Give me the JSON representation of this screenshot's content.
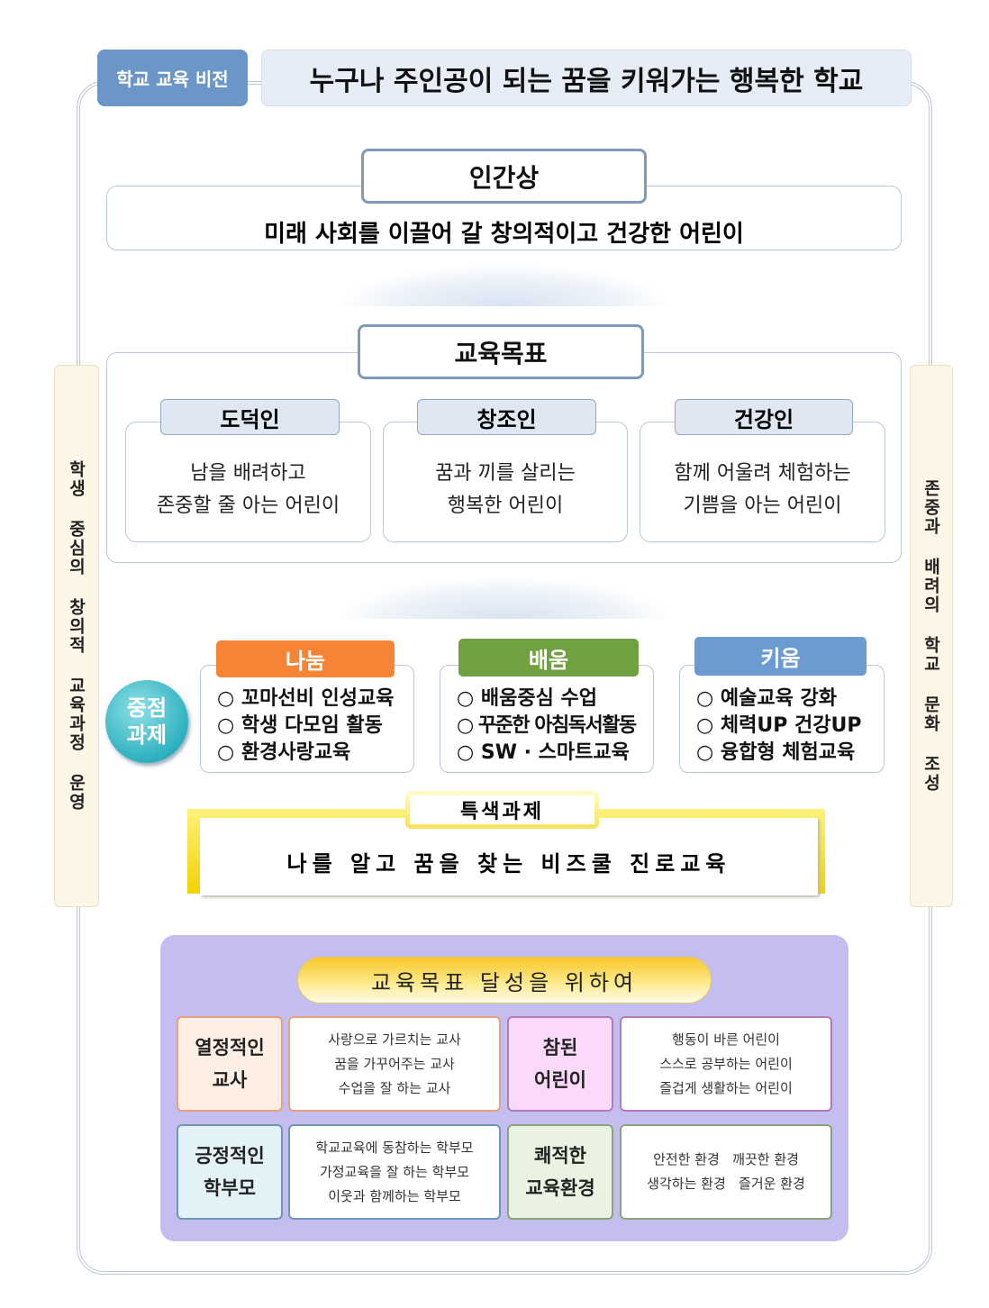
{
  "vision": {
    "label": "학교 교육 비전",
    "title": "누구나 주인공이 되는 꿈을 키워가는 행복한 학교"
  },
  "human_image": {
    "title": "인간상",
    "text": "미래 사회를 이끌어 갈 창의적이고 건강한 어린이"
  },
  "goals": {
    "title": "교육목표",
    "items": [
      {
        "name": "도덕인",
        "lines": [
          "남을 배려하고",
          "존중할 줄 아는 어린이"
        ]
      },
      {
        "name": "창조인",
        "lines": [
          "꿈과 끼를 살리는",
          "행복한 어린이"
        ]
      },
      {
        "name": "건강인",
        "lines": [
          "함께 어울려 체험하는",
          "기쁨을 아는 어린이"
        ]
      }
    ]
  },
  "side_left": "학생 중심의 창의적 교육과정 운영",
  "side_right": "존중과 배려의 학교 문화 조성",
  "key_tasks": {
    "label_line1": "중점",
    "label_line2": "과제",
    "groups": [
      {
        "name": "나눔",
        "color": "#f58535",
        "items": [
          "○ 꼬마선비 인성교육",
          "○ 학생 다모임 활동",
          "○ 환경사랑교육"
        ]
      },
      {
        "name": "배움",
        "color": "#70a040",
        "items": [
          "○ 배움중심 수업",
          "○ 꾸준한 아침독서활동",
          "○ SW · 스마트교육"
        ]
      },
      {
        "name": "키움",
        "color": "#6b9bd0",
        "items": [
          "○ 예술교육 강화",
          "○ 체력UP 건강UP",
          "○ 융합형 체험교육"
        ]
      }
    ]
  },
  "special_task": {
    "label": "특색과제",
    "text": "나를 알고 꿈을 찾는 비즈쿨 진로교육"
  },
  "achieve": {
    "title": "교육목표 달성을 위하여",
    "cells": [
      {
        "label": [
          "열정적인",
          "교사"
        ],
        "desc": [
          "사랑으로 가르치는 교사",
          "꿈을 가꾸어주는 교사",
          "수업을 잘 하는 교사"
        ]
      },
      {
        "label": [
          "참된",
          "어린이"
        ],
        "desc": [
          "행동이 바른 어린이",
          "스스로 공부하는 어린이",
          "즐겁게 생활하는 어린이"
        ]
      },
      {
        "label": [
          "긍정적인",
          "학부모"
        ],
        "desc": [
          "학교교육에 동참하는 학부모",
          "가정교육을 잘 하는 학부모",
          "이웃과 함께하는 학부모"
        ]
      },
      {
        "label": [
          "쾌적한",
          "교육환경"
        ],
        "desc": [
          "안전한 환경   깨끗한 환경",
          "생각하는 환경   즐거운 환경"
        ]
      }
    ]
  }
}
